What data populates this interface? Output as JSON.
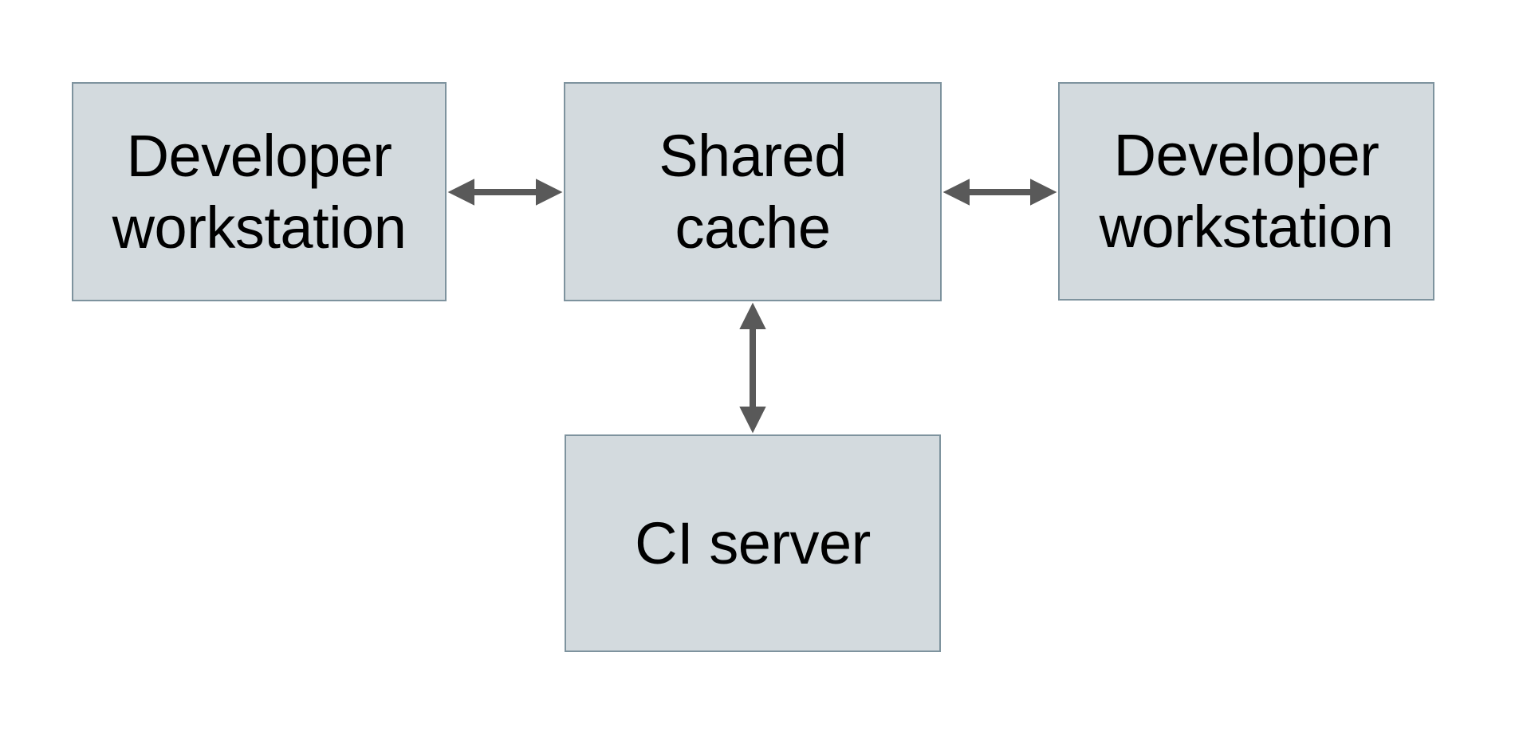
{
  "diagram": {
    "type": "architecture-diagram",
    "colors": {
      "background": "#ffffff",
      "node_fill": "#d3dade",
      "node_border": "#7e939e",
      "arrow": "#595959",
      "text": "#000000"
    },
    "nodes": [
      {
        "id": "developer-workstation-left",
        "lines": [
          "Developer",
          "workstation"
        ]
      },
      {
        "id": "shared-cache",
        "lines": [
          "Shared",
          "cache"
        ]
      },
      {
        "id": "developer-workstation-right",
        "lines": [
          "Developer",
          "workstation"
        ]
      },
      {
        "id": "ci-server",
        "lines": [
          "CI server"
        ]
      }
    ],
    "edges": [
      {
        "from": "developer-workstation-left",
        "to": "shared-cache",
        "direction": "bidirectional"
      },
      {
        "from": "shared-cache",
        "to": "developer-workstation-right",
        "direction": "bidirectional"
      },
      {
        "from": "shared-cache",
        "to": "ci-server",
        "direction": "bidirectional"
      }
    ]
  }
}
